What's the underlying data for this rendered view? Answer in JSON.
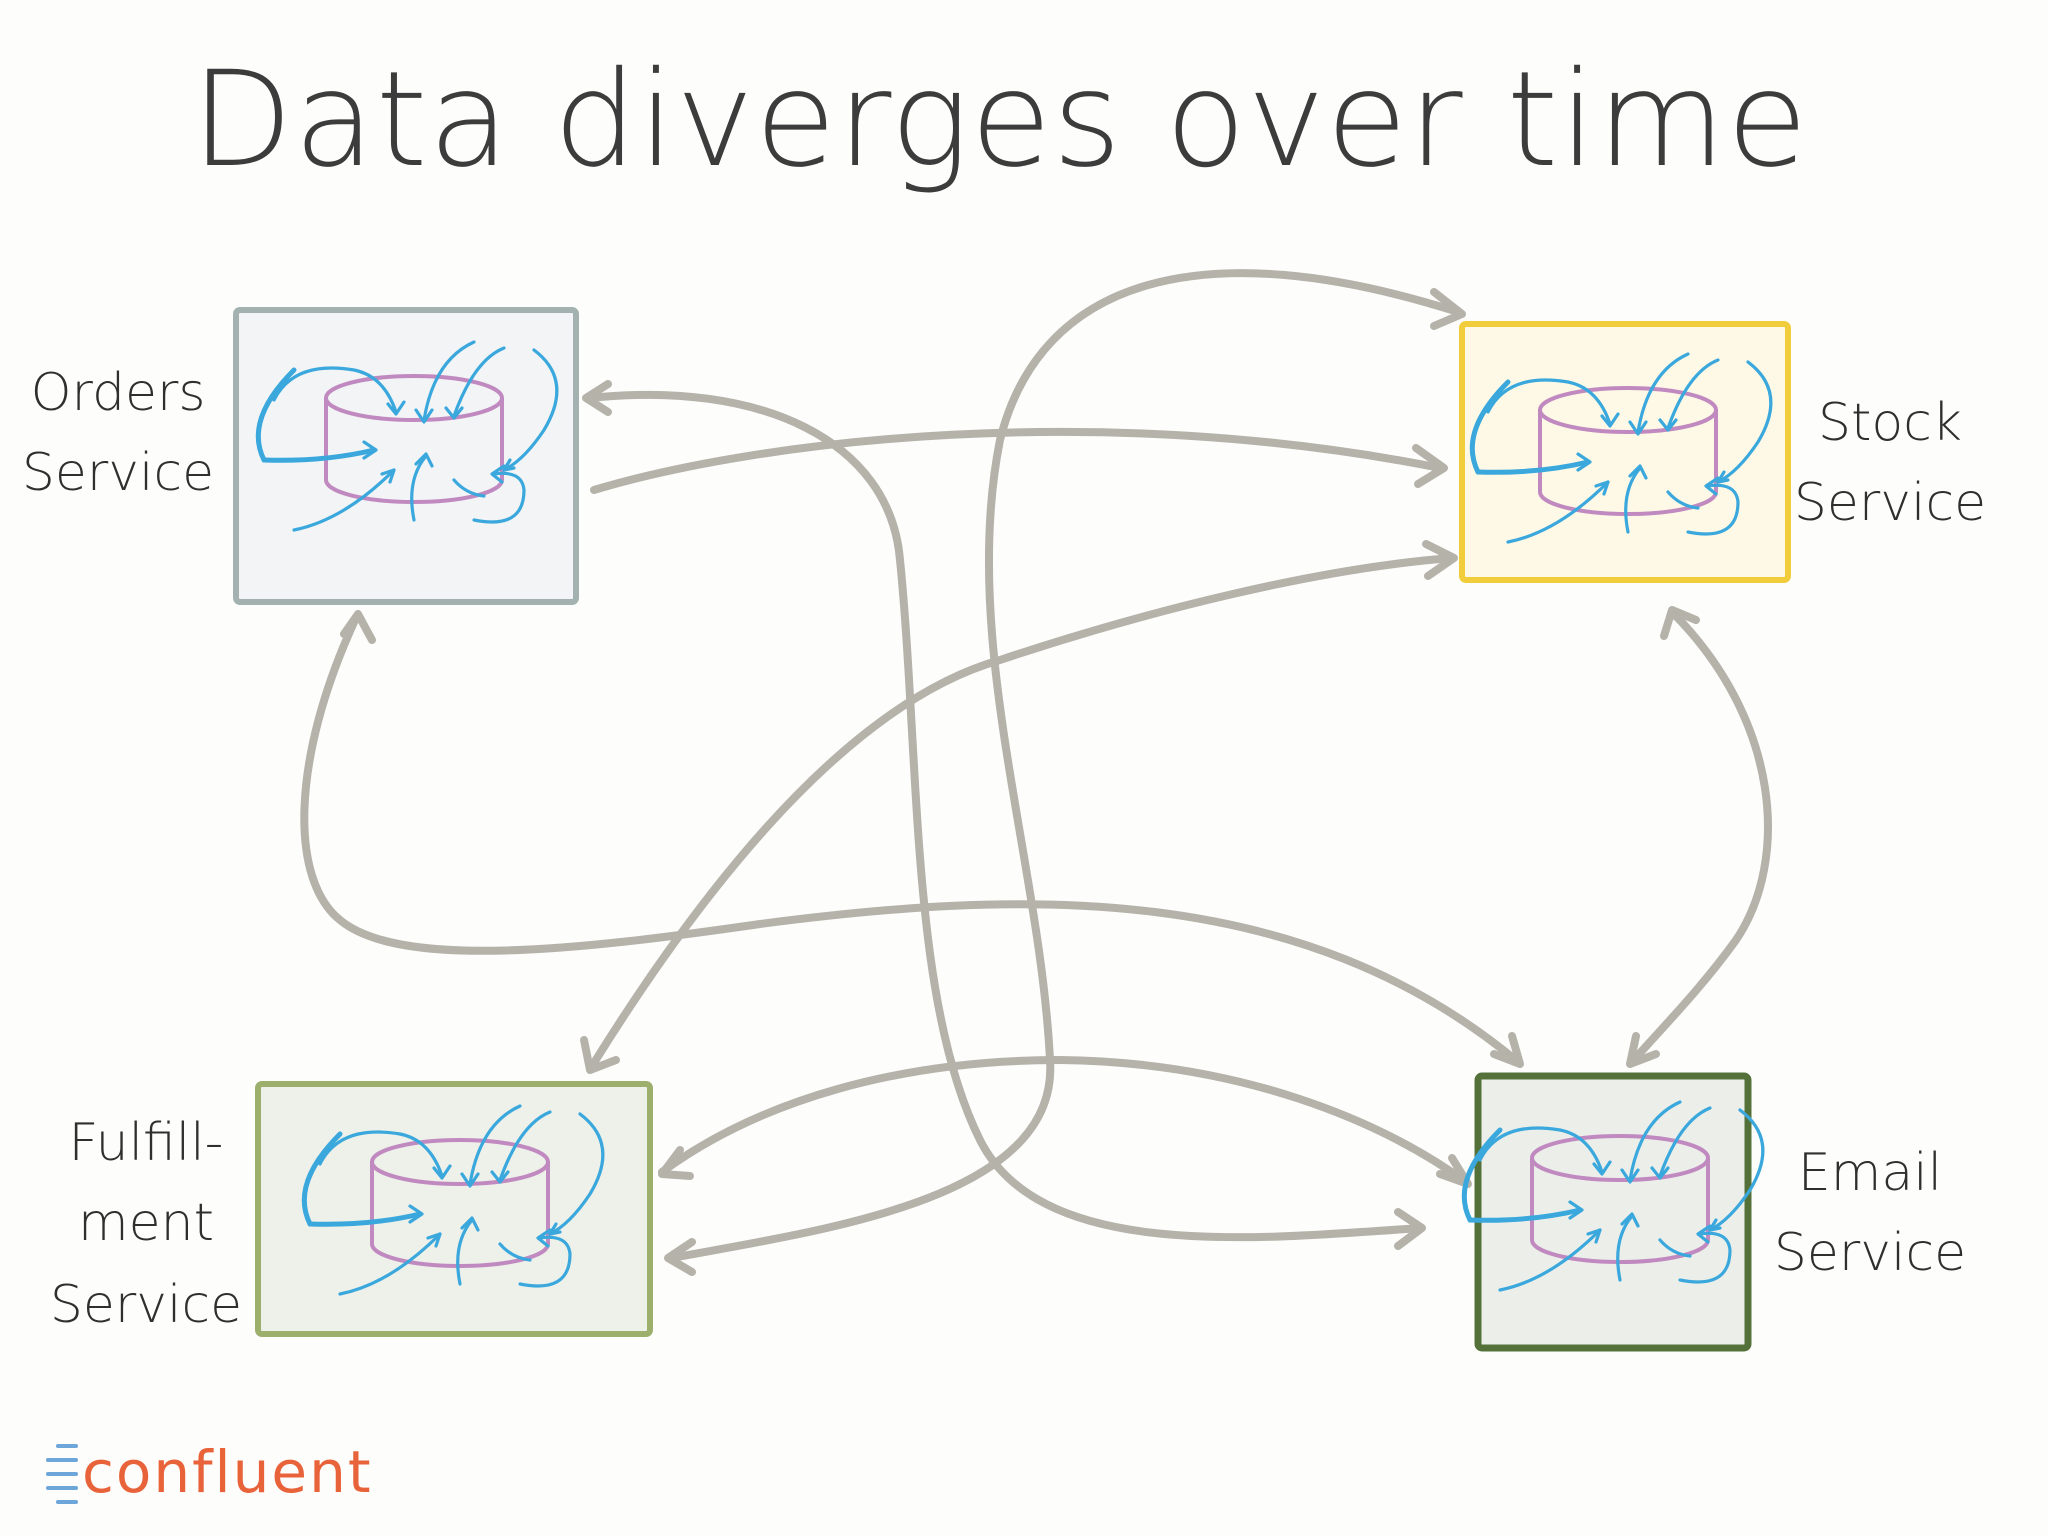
{
  "title": "Data diverges over time",
  "services": {
    "orders": {
      "line1": "Orders",
      "line2": "Service",
      "stroke": "#a3b2b0",
      "fill": "#f2f4f6"
    },
    "stock": {
      "line1": "Stock",
      "line2": "Service",
      "stroke": "#f1cd3b",
      "fill": "#fef9e6"
    },
    "fulfillment": {
      "line1": "Fulfill-",
      "line2": "ment",
      "line3": "Service",
      "stroke": "#9daf6c",
      "fill": "#eef0ea"
    },
    "email": {
      "line1": "Email",
      "line2": "Service",
      "stroke": "#55713a",
      "fill": "#eceeea"
    }
  },
  "brand": {
    "name": "confluent",
    "color": "#e8633a",
    "icon": "confluent-logo-icon"
  },
  "colors": {
    "connector": "#b5b2a9",
    "database": "#c08ac0",
    "data_flow": "#3aa8dc"
  }
}
